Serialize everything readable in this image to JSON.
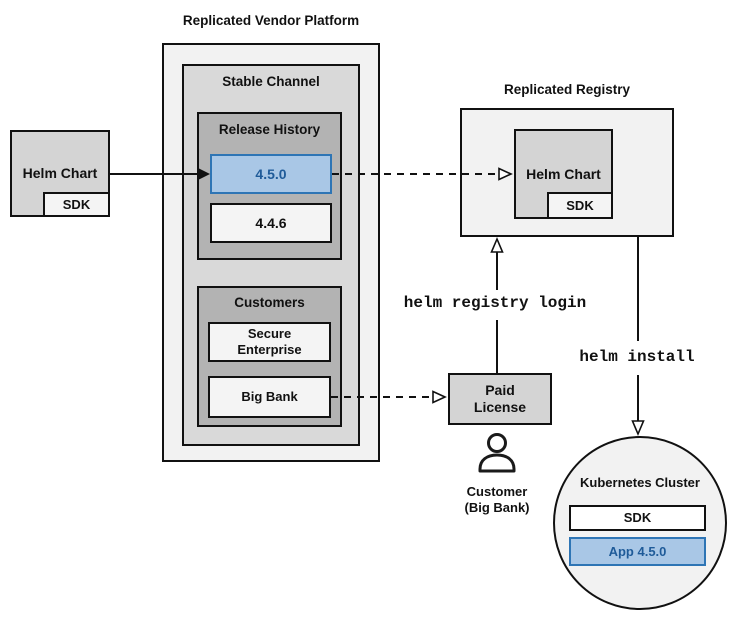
{
  "platform": {
    "title": "Replicated Vendor Platform",
    "stable_channel": {
      "label": "Stable Channel",
      "release_history": {
        "label": "Release History",
        "releases": [
          "4.5.0",
          "4.4.6"
        ]
      },
      "customers": {
        "label": "Customers",
        "items": [
          "Secure Enterprise",
          "Big Bank"
        ]
      }
    }
  },
  "source_chart": {
    "label": "Helm Chart",
    "sdk": "SDK"
  },
  "registry": {
    "title": "Replicated Registry",
    "chart_label": "Helm Chart",
    "sdk": "SDK"
  },
  "paid_license": {
    "label": "Paid License"
  },
  "customer": {
    "name": "Customer",
    "org": "(Big Bank)"
  },
  "commands": {
    "login": "helm registry login",
    "install": "helm install"
  },
  "cluster": {
    "label": "Kubernetes Cluster",
    "sdk": "SDK",
    "app": "App 4.5.0"
  },
  "colors": {
    "highlight_fill": "#a9c7e6",
    "highlight_border": "#2e75b5",
    "highlight_text": "#1f5b99",
    "panel_light": "#f2f2f2",
    "panel_mid": "#d9d9d9",
    "panel_dark": "#b3b3b3",
    "node_gray": "#d4d4d4",
    "line": "#111111"
  }
}
